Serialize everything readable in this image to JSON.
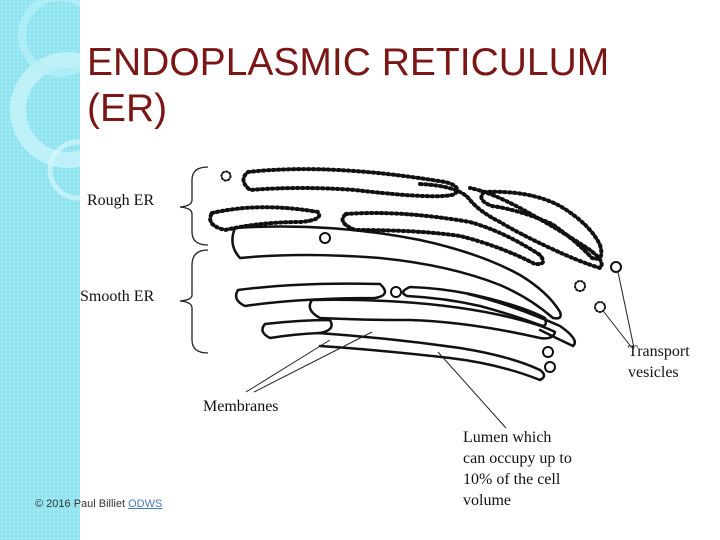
{
  "slide": {
    "title_lines": [
      "ENDOPLASMIC RETICULUM",
      "(ER)"
    ]
  },
  "labels": {
    "rough_er": "Rough ER",
    "smooth_er": "Smooth ER",
    "transport_vesicles_lines": [
      "Transport",
      "vesicles"
    ],
    "membranes": "Membranes",
    "lumen_lines": [
      "Lumen which",
      "can occupy up to",
      "10% of the cell",
      "volume"
    ]
  },
  "footer": {
    "copyright": "© 2016 Paul Billiet",
    "link": "ODWS"
  },
  "colors": {
    "title": "#7a1616",
    "sidebar": "#8fe4f0",
    "link": "#4a78c0",
    "ink": "#111111"
  }
}
